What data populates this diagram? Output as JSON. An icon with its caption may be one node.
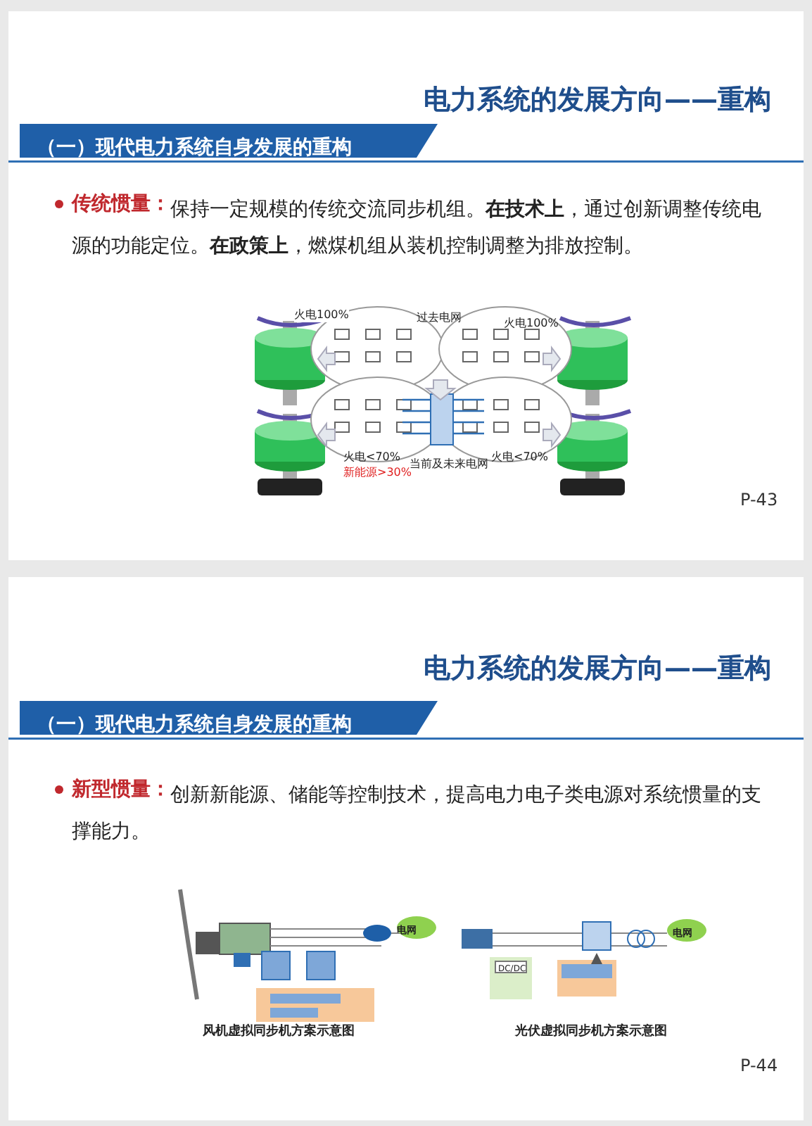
{
  "diagram": {
    "labels": [
      "电力系统的发展方向——重构",
      "（一）现代电力系统自身发展的重构",
      "传统惯量：",
      "保持一定规模的传统交流同步机组。**在技术上**，通过创新调整传统电源的功能定位。**在政策上**，燃煤机组从装机控制调整为排放控制。",
      "火电100%",
      "过去电网",
      "火电100%",
      "火电<70%",
      "新能源>30%",
      "当前及未来电网",
      "火电<70%",
      "P-43",
      "电力系统的发展方向——重构",
      "（一）现代电力系统自身发展的重构",
      "新型惯量：",
      "创新新能源、储能等控制技术，提高电力电子类电源对系统惯量的支撑能力。",
      "电网",
      "风机虚拟同步机方案示意图",
      "DC/DC",
      "电网",
      "光伏虚拟同步机方案示意图",
      "P-44"
    ]
  }
}
